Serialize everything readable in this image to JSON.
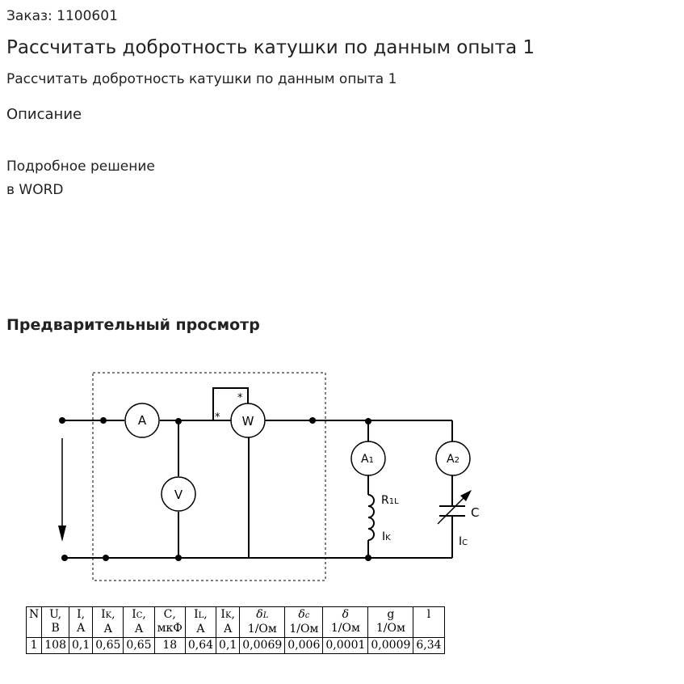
{
  "order": "Заказ: 1100601",
  "title": "Рассчитать добротность катушки по данным опыта 1",
  "subtitle": "Рассчитать добротность катушки по данным опыта 1",
  "description": {
    "heading": "Описание",
    "line1": "Подробное решение",
    "line2": "в WORD"
  },
  "preview": {
    "heading": "Предварительный просмотр",
    "circuit": {
      "ammeter": "A",
      "wattmeter": "W",
      "voltmeter": "V",
      "ammeter1": "A",
      "ammeter1_sub": "1",
      "ammeter2": "A",
      "ammeter2_sub": "2",
      "resistor": "R",
      "resistor_sub": "1L",
      "coil_current": "I",
      "coil_current_sub": "K",
      "capacitor": "C",
      "cap_current": "I",
      "cap_current_sub": "C",
      "star": "*"
    }
  },
  "table": {
    "headers": [
      {
        "top": "N",
        "bottom": ""
      },
      {
        "top": "U,",
        "bottom": "В"
      },
      {
        "top": "I,",
        "bottom": "А"
      },
      {
        "top": "I",
        "sub": "K",
        "after": ",",
        "bottom": "А"
      },
      {
        "top": "I",
        "sub": "C",
        "after": ",",
        "bottom": "А"
      },
      {
        "top": "С,",
        "bottom": "мкФ"
      },
      {
        "top": "I",
        "sub": "L",
        "after": ",",
        "bottom": "А"
      },
      {
        "top": "I",
        "sub": "K",
        "after": ",",
        "bottom": "А"
      },
      {
        "top": "δ",
        "sub": "L",
        "after": "",
        "bottom": "1/Ом"
      },
      {
        "top": "δ",
        "sub": "c",
        "after": "",
        "bottom": "1/Ом"
      },
      {
        "top": "δ",
        "bottom": "1/Ом"
      },
      {
        "top": "g",
        "bottom": "1/Ом"
      },
      {
        "top": "l",
        "bottom": ""
      }
    ],
    "row": [
      "1",
      "108",
      "0,1",
      "0,65",
      "0,65",
      "18",
      "0,64",
      "0,1",
      "0,0069",
      "0,006",
      "0,0001",
      "0,0009",
      "6,34"
    ]
  }
}
